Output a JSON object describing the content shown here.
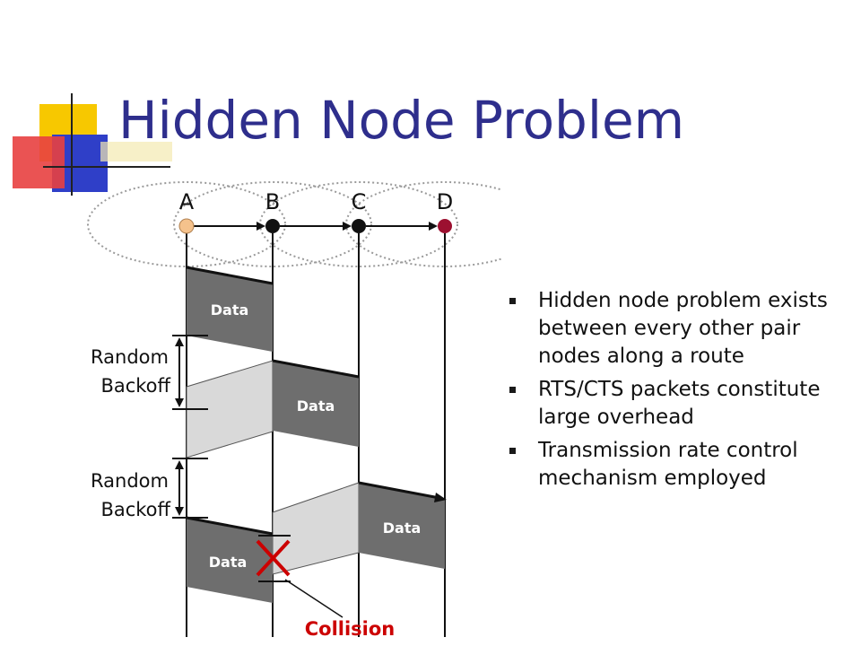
{
  "title": "Hidden Node Problem",
  "nodes": [
    {
      "label": "A",
      "color": "#f5c28c"
    },
    {
      "label": "B",
      "color": "#111111"
    },
    {
      "label": "C",
      "color": "#111111"
    },
    {
      "label": "D",
      "color": "#9c1030"
    }
  ],
  "packets": {
    "data1": "Data",
    "data2": "Data",
    "data3": "Data",
    "data4": "Data"
  },
  "backoff_labels": [
    {
      "line1": "Random",
      "line2": "Backoff"
    },
    {
      "line1": "Random",
      "line2": "Backoff"
    }
  ],
  "collision_label": "Collision",
  "bullets": [
    "Hidden node problem exists between every other pair nodes along a route",
    "RTS/CTS packets constitute large overhead",
    "Transmission rate control mechanism employed"
  ],
  "colors": {
    "title": "#2e2e8c",
    "packet_dark": "#6e6e6e",
    "packet_light": "#d9d9d9",
    "collision": "#cc0000"
  }
}
